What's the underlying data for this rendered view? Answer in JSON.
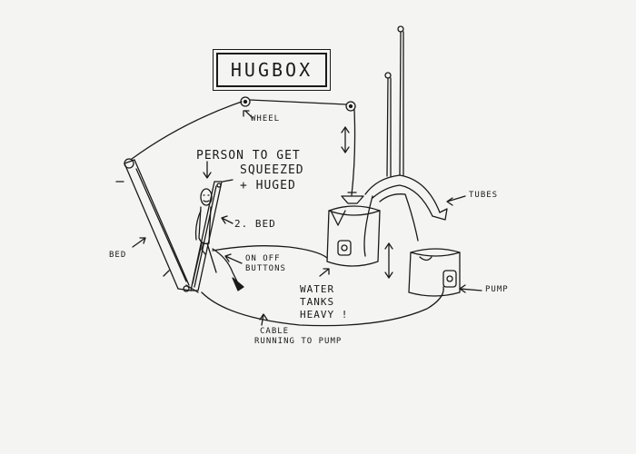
{
  "title": "HUGBOX",
  "labels": {
    "wheel": "WHEEL",
    "person_line1": "PERSON TO GET",
    "person_line2": "SQUEEZED",
    "person_line3": "+ HUGED",
    "second_bed": "2. BED",
    "bed": "BED",
    "on_off_line1": "ON OFF",
    "on_off_line2": "BUTTONS",
    "water_line1": "WATER",
    "water_line2": "TANKS",
    "water_line3": "HEAVY !",
    "cable_line1": "CABLE",
    "cable_line2": "RUNNING TO PUMP",
    "tubes": "TUBES",
    "pump": "PUMP"
  }
}
